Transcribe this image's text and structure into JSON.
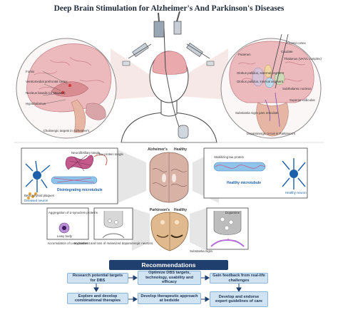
{
  "title": "Deep Brain Stimulation for Alzheimer's And Parkinson's Diseases",
  "left_circle": {
    "labels": [
      "Fornix",
      "Ventromedial prefrontal cortex",
      "Nucleus basalis (of Meynert)",
      "Hypothalamus"
    ],
    "caption": "Cholinergic targets in Alzheimer's"
  },
  "right_circle": {
    "labels": [
      "Frontal cortex",
      "Caudate",
      "Putamen",
      "Thalamus (VA/VL complex)",
      "Globus pallidus, external segment",
      "Globus pallidus, internal segment",
      "Subthalamic nucleus",
      "Superior colliculus",
      "Substantia nigra pars reticulate"
    ],
    "caption": "Dopaminergic circuit in Parkinson's"
  },
  "alz_row": {
    "center_label_disease": "Alzheimer's",
    "center_label_healthy": "Healthy",
    "diseased_labels": [
      "Neurofibrillary tangle",
      "Tau protein tangle",
      "Beta amyloid plaques",
      "Diseased neuron",
      "Disintegrating microtubule"
    ],
    "healthy_labels": [
      "Stabilizing tau protein",
      "Healthy microtubule",
      "Healthy neuron"
    ]
  },
  "park_row": {
    "center_label_disease": "Parkinson's",
    "center_label_healthy": "Healthy",
    "sn_label": "Substantia nigra",
    "diseased_labels": [
      "Aggregation of α-synuclein proteins",
      "Lewy body",
      "Accumulation of Lewy bodies",
      "Impairment and loss of melanized dopaminergic neurons"
    ],
    "healthy_labels": [
      "Dopamine"
    ]
  },
  "recommendations": {
    "header": "Recommendations",
    "items": [
      "Research potential targets for DBS",
      "Optimize DBS targets, technology, usability and efficacy",
      "Gain feedback from real-life challenges",
      "Explore and develop combinational therapies",
      "Develop therapeutic approach at bedside",
      "Develop and endorse expert guidelines of care"
    ]
  },
  "colors": {
    "navy": "#1f3f6e",
    "box_fill": "#cfe3f3",
    "brain_pink": "#e9a9ad",
    "disease_blue": "#1d5fa8",
    "stim_red": "#d33c3c"
  }
}
